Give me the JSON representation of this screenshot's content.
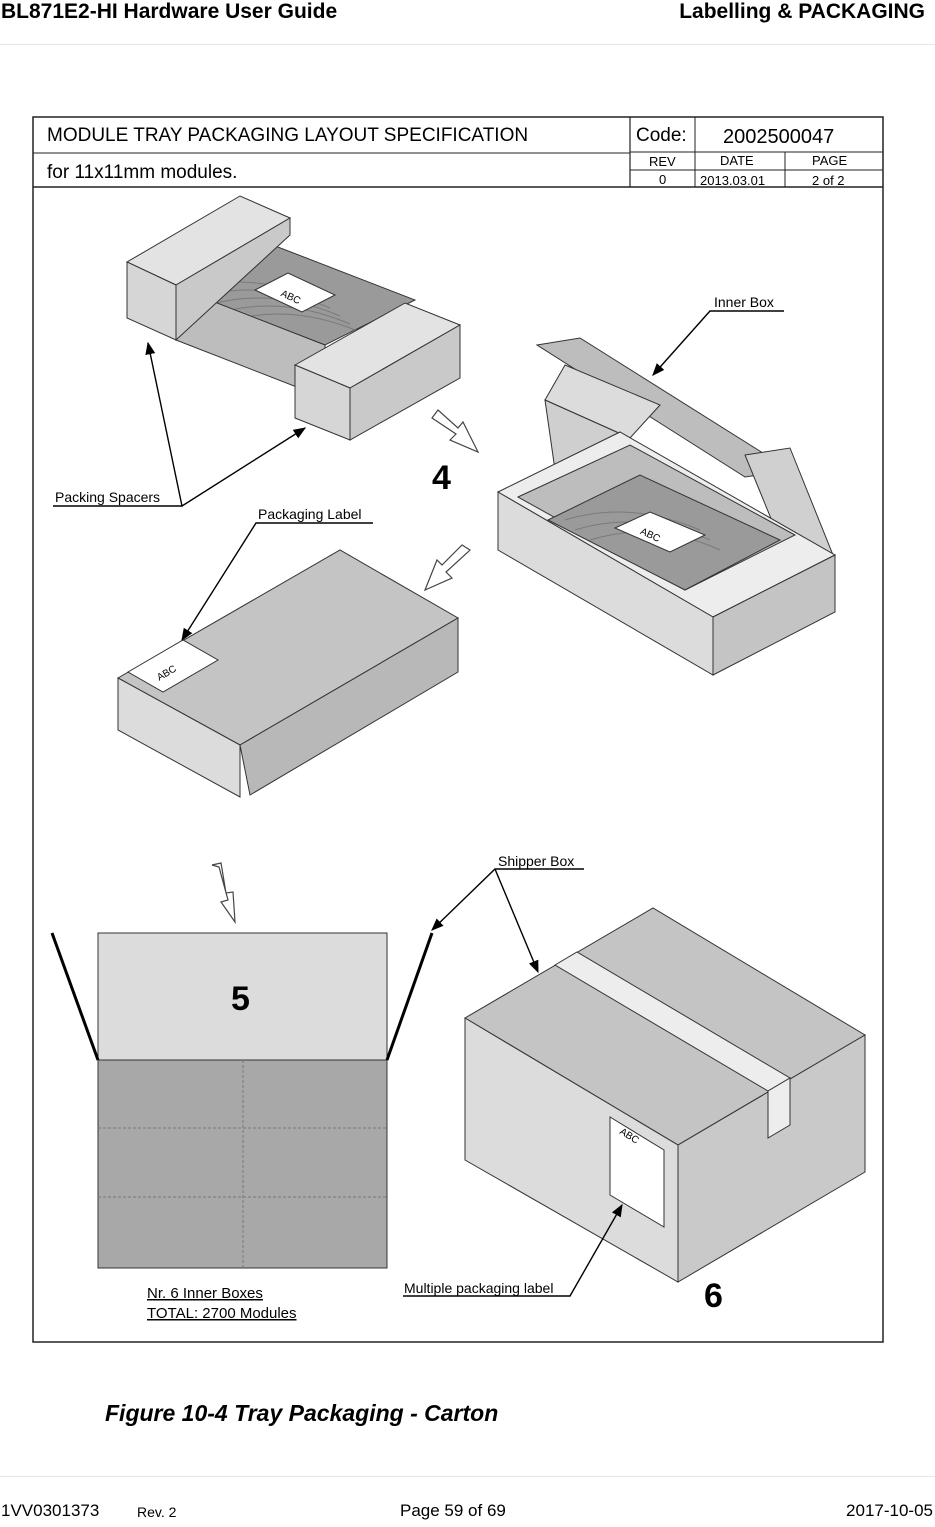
{
  "header": {
    "doc_title": "BL871E2-HI   Hardware User Guide",
    "section": "Labelling & PACKAGING"
  },
  "spec": {
    "title": "MODULE TRAY PACKAGING LAYOUT SPECIFICATION",
    "subtitle": "for 11x11mm modules.",
    "code_label": "Code:",
    "code_value": "2002500047",
    "rev_label": "REV",
    "rev_value": "0",
    "date_label": "DATE",
    "date_value": "2013.03.01",
    "page_label": "PAGE",
    "page_value": "2 of 2"
  },
  "drawing": {
    "callouts": {
      "inner_box": "Inner Box",
      "packing_spacers": "Packing Spacers",
      "packaging_label": "Packaging Label",
      "shipper_box": "Shipper Box",
      "multiple_label": "Multiple packaging label"
    },
    "steps": {
      "four": "4",
      "five": "5",
      "six": "6"
    },
    "label_text": "ABC",
    "notes": {
      "line1": "Nr. 6 Inner Boxes",
      "line2": "TOTAL: 2700 Modules"
    }
  },
  "caption": "Figure 10-4 Tray Packaging - Carton",
  "footer": {
    "doc_id": "1VV0301373",
    "rev": "Rev. 2",
    "page": "Page 59 of 69",
    "date": "2017-10-05"
  }
}
